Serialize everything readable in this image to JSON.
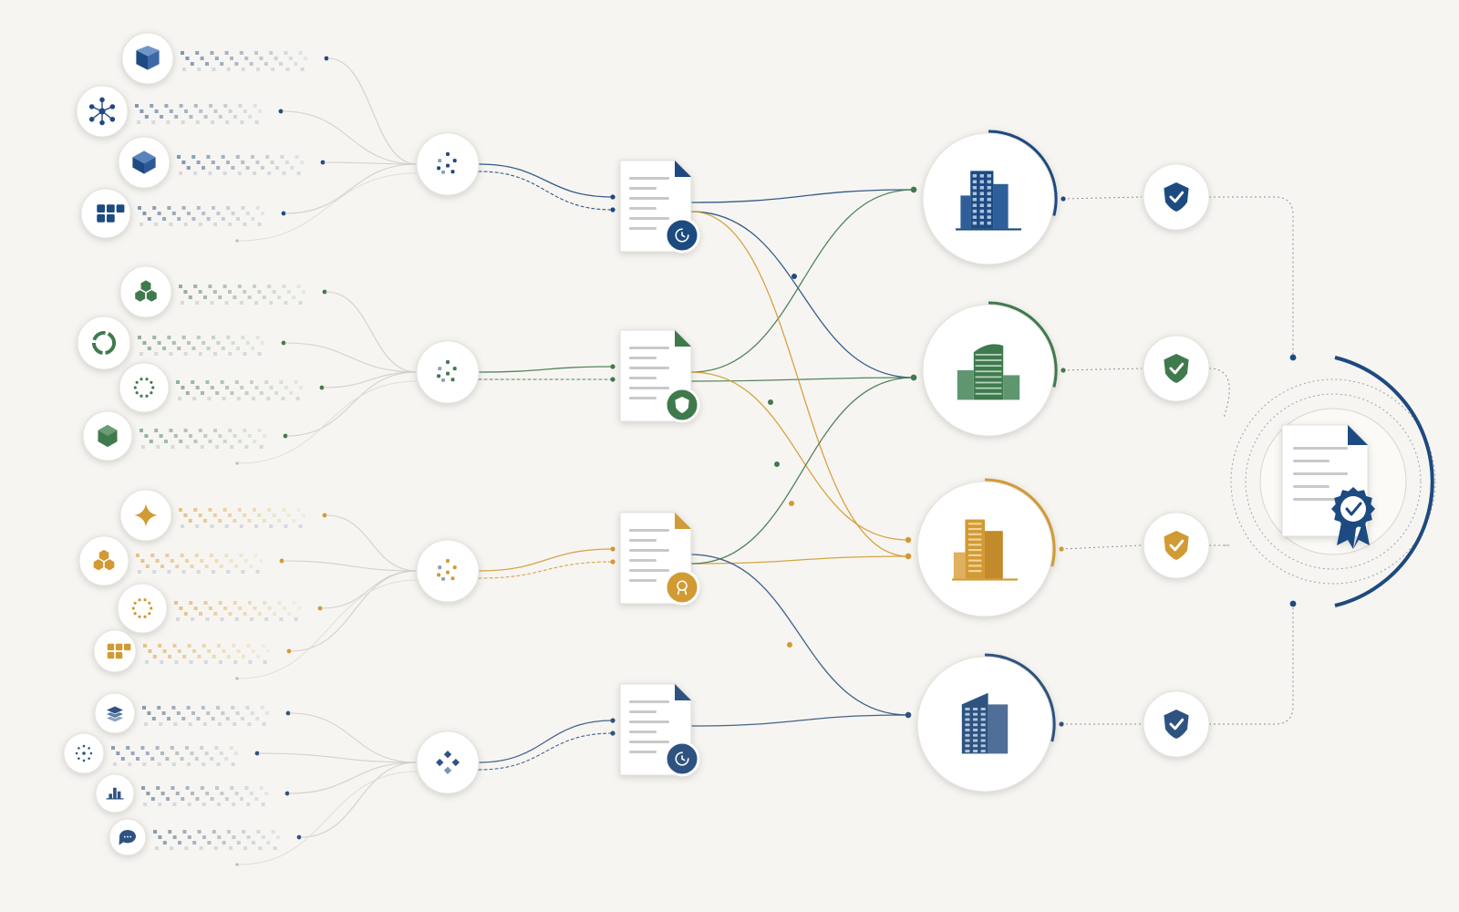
{
  "colors": {
    "background": "#f7f5f1",
    "blue": "#1d4a80",
    "green": "#3f7a4d",
    "gold": "#d29a34",
    "slate": "#2f5380",
    "line_grey": "#c9c6c0",
    "node_fill": "#ffffff"
  },
  "groups": [
    {
      "id": "group-1",
      "color_key": "blue",
      "sources": [
        {
          "icon": "cube-split-icon"
        },
        {
          "icon": "network-icon"
        },
        {
          "icon": "cube-icon"
        },
        {
          "icon": "grid-blocks-icon"
        }
      ],
      "hub_icon": "dot-cluster-icon",
      "document_badge_icon": "clock-refresh-icon",
      "building_icon": "office-tower-icon",
      "verify_icon": "shield-check-icon"
    },
    {
      "id": "group-2",
      "color_key": "green",
      "sources": [
        {
          "icon": "hexagon-cluster-icon"
        },
        {
          "icon": "ring-icon"
        },
        {
          "icon": "dotted-circle-icon"
        },
        {
          "icon": "hexagon-icon"
        }
      ],
      "hub_icon": "dot-cluster-icon",
      "document_badge_icon": "shield-check-icon",
      "building_icon": "curved-tower-icon",
      "verify_icon": "shield-check-icon"
    },
    {
      "id": "group-3",
      "color_key": "gold",
      "sources": [
        {
          "icon": "sparkle-icon"
        },
        {
          "icon": "cube-stack-icon"
        },
        {
          "icon": "dotted-circle-icon"
        },
        {
          "icon": "grid-blocks-icon"
        }
      ],
      "hub_icon": "dot-cluster-icon",
      "document_badge_icon": "award-icon",
      "building_icon": "twin-tower-icon",
      "verify_icon": "shield-check-icon"
    },
    {
      "id": "group-4",
      "color_key": "slate",
      "sources": [
        {
          "icon": "layers-icon"
        },
        {
          "icon": "dot-ring-icon"
        },
        {
          "icon": "bar-chart-icon"
        },
        {
          "icon": "chat-bubble-icon"
        }
      ],
      "hub_icon": "diamond-cluster-icon",
      "document_badge_icon": "clock-refresh-icon",
      "building_icon": "office-block-icon",
      "verify_icon": "shield-check-icon"
    }
  ],
  "final": {
    "icon": "certified-document-icon",
    "badge_icon": "award-check-icon"
  }
}
